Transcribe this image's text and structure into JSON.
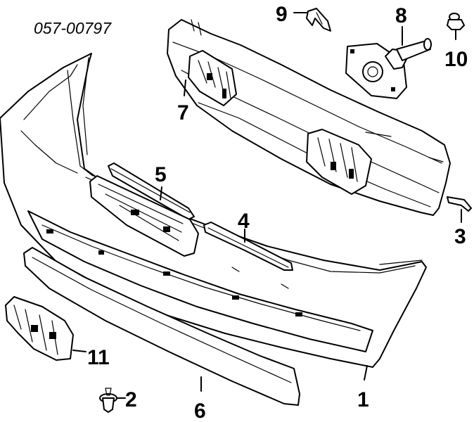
{
  "diagram": {
    "part_number": "057-00797",
    "callouts": [
      {
        "id": "1",
        "label": "1"
      },
      {
        "id": "2",
        "label": "2"
      },
      {
        "id": "3",
        "label": "3"
      },
      {
        "id": "4",
        "label": "4"
      },
      {
        "id": "5",
        "label": "5"
      },
      {
        "id": "6",
        "label": "6"
      },
      {
        "id": "7",
        "label": "7"
      },
      {
        "id": "8",
        "label": "8"
      },
      {
        "id": "9",
        "label": "9"
      },
      {
        "id": "10",
        "label": "10"
      },
      {
        "id": "11",
        "label": "11"
      }
    ]
  }
}
